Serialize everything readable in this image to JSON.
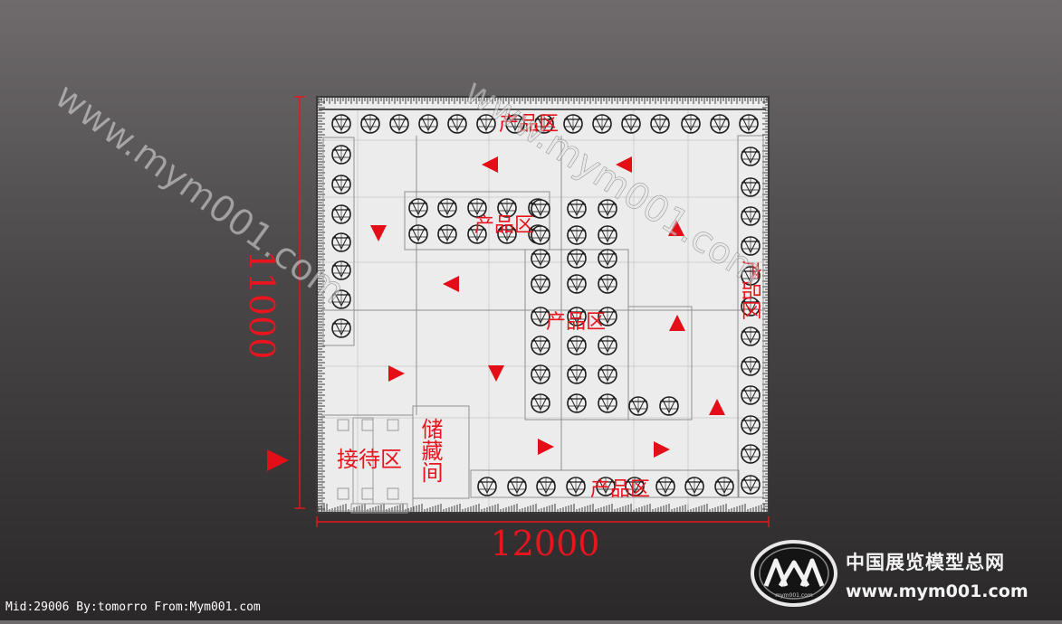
{
  "dimensions": {
    "width_label": "12000",
    "height_label": "11000"
  },
  "zones": {
    "product_top": "产品区",
    "product_center_upper": "产品区",
    "product_right": "产品区",
    "product_center_lower": "产品区",
    "product_bottom": "产品区",
    "reception": "接待区",
    "storage": "储藏间"
  },
  "watermark": {
    "text": "www.mym001.com"
  },
  "footer": {
    "text": "Mid:29006 By:tomorro From:Mym001.com"
  },
  "brand": {
    "name": "中国展览模型总网",
    "url": "www.mym001.com",
    "logo_sub": "mym001.com"
  },
  "colors": {
    "accent": "#e8141e",
    "floor": "#ececec",
    "plan_line": "#909090",
    "dark_line": "#1e1e1e",
    "arrow": "#e30e17"
  },
  "icons": {
    "arrow": "triangle-arrow-icon",
    "display": "display-stand-icon",
    "logo": "ava-logo-icon"
  }
}
